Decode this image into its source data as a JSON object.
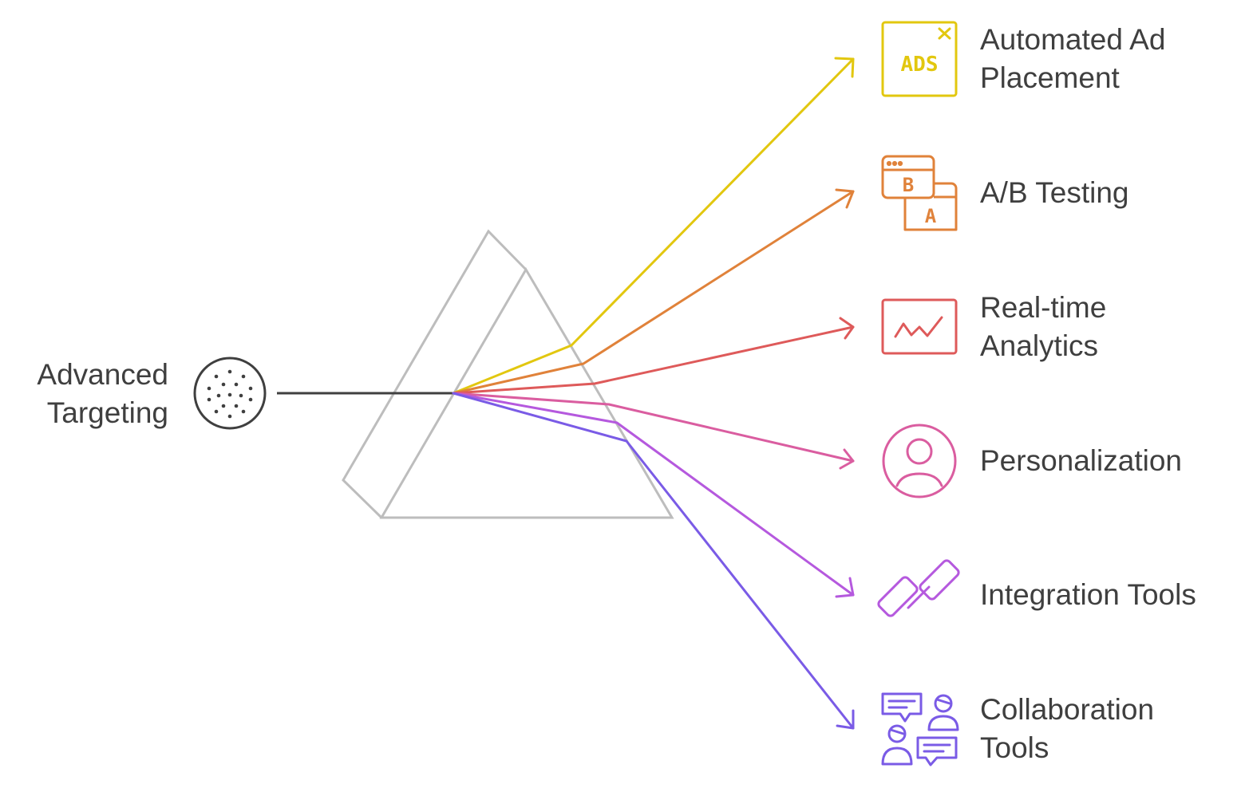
{
  "source": {
    "label_line1": "Advanced",
    "label_line2": "Targeting",
    "icon": "dotted-circle-icon"
  },
  "prism": {
    "icon": "prism"
  },
  "outputs": [
    {
      "line1": "Automated Ad",
      "line2": "Placement",
      "color": "#E2C70F",
      "icon": "ads-icon",
      "icon_text": "ADS"
    },
    {
      "line1": "A/B Testing",
      "line2": "",
      "color": "#E0823A",
      "icon": "ab-testing-icon",
      "icon_text_a": "A",
      "icon_text_b": "B"
    },
    {
      "line1": "Real-time",
      "line2": "Analytics",
      "color": "#DE5A5A",
      "icon": "analytics-chart-icon"
    },
    {
      "line1": "Personalization",
      "line2": "",
      "color": "#DA5DA0",
      "icon": "user-profile-icon"
    },
    {
      "line1": "Integration Tools",
      "line2": "",
      "color": "#B559DE",
      "icon": "link-icon"
    },
    {
      "line1": "Collaboration",
      "line2": "Tools",
      "color": "#7A5BE6",
      "icon": "collaboration-icon"
    }
  ],
  "colors": {
    "text": "#3f3f3f",
    "prism": "#bdbdbd",
    "input_ray": "#3f3f3f"
  }
}
